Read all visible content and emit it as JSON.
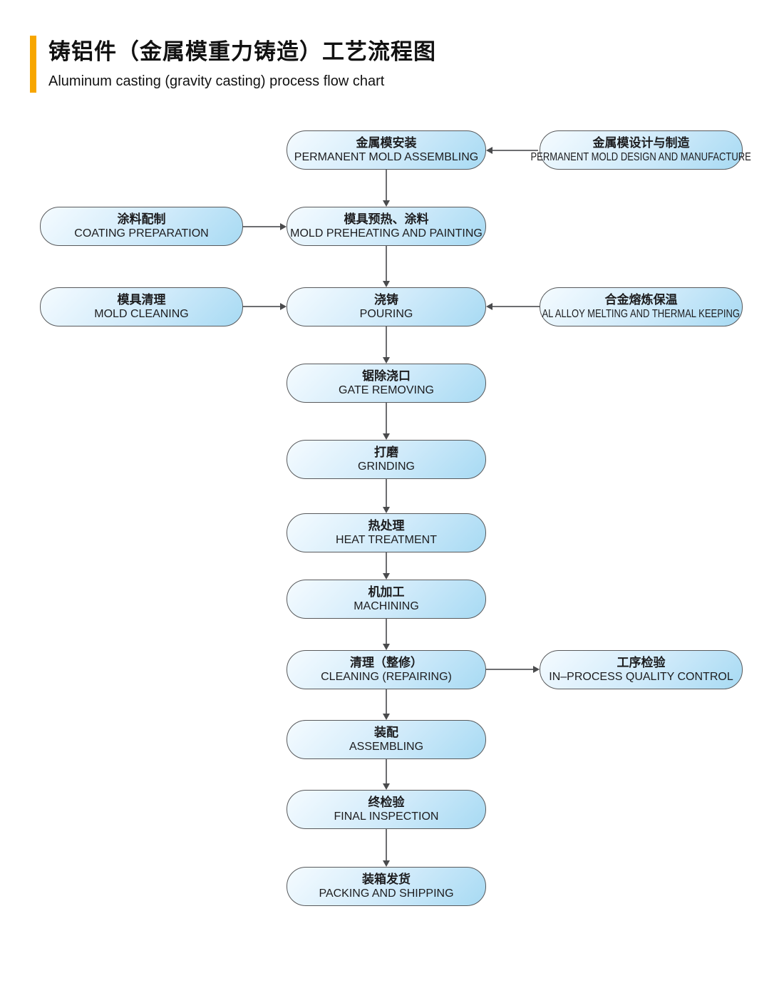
{
  "page": {
    "title_zh": "铸铝件（金属模重力铸造）工艺流程图",
    "title_en": "Aluminum casting (gravity casting) process flow chart"
  },
  "colors": {
    "accent": "#f7a600",
    "node_fill_light": "#f5fbff",
    "node_fill_dark": "#a7daf3",
    "node_border": "#58595b",
    "arrow": "#6d6e71"
  },
  "flow": {
    "main": [
      {
        "zh": "金属模安装",
        "en": "PERMANENT MOLD ASSEMBLING"
      },
      {
        "zh": "模具预热、涂料",
        "en": "MOLD PREHEATING AND PAINTING"
      },
      {
        "zh": "浇铸",
        "en": "POURING"
      },
      {
        "zh": "锯除浇口",
        "en": "GATE REMOVING"
      },
      {
        "zh": "打磨",
        "en": "GRINDING"
      },
      {
        "zh": "热处理",
        "en": "HEAT TREATMENT"
      },
      {
        "zh": "机加工",
        "en": "MACHINING"
      },
      {
        "zh": "清理（整修）",
        "en": "CLEANING (REPAIRING)"
      },
      {
        "zh": "装配",
        "en": "ASSEMBLING"
      },
      {
        "zh": "终检验",
        "en": "FINAL INSPECTION"
      },
      {
        "zh": "装箱发货",
        "en": "PACKING AND SHIPPING"
      }
    ],
    "side": [
      {
        "zh": "金属模设计与制造",
        "en": "PERMANENT MOLD DESIGN AND MANUFACTURE",
        "side": "right",
        "connects_to": "PERMANENT MOLD ASSEMBLING",
        "direction": "into-main"
      },
      {
        "zh": "涂料配制",
        "en": "COATING PREPARATION",
        "side": "left",
        "connects_to": "MOLD PREHEATING AND PAINTING",
        "direction": "into-main"
      },
      {
        "zh": "模具清理",
        "en": "MOLD CLEANING",
        "side": "left",
        "connects_to": "POURING",
        "direction": "into-main"
      },
      {
        "zh": "合金熔炼保温",
        "en": "AL ALLOY MELTING AND THERMAL KEEPING",
        "side": "right",
        "connects_to": "POURING",
        "direction": "into-main"
      },
      {
        "zh": "工序检验",
        "en": "IN–PROCESS QUALITY CONTROL",
        "side": "right",
        "connects_to": "CLEANING (REPAIRING)",
        "direction": "from-main"
      }
    ]
  }
}
